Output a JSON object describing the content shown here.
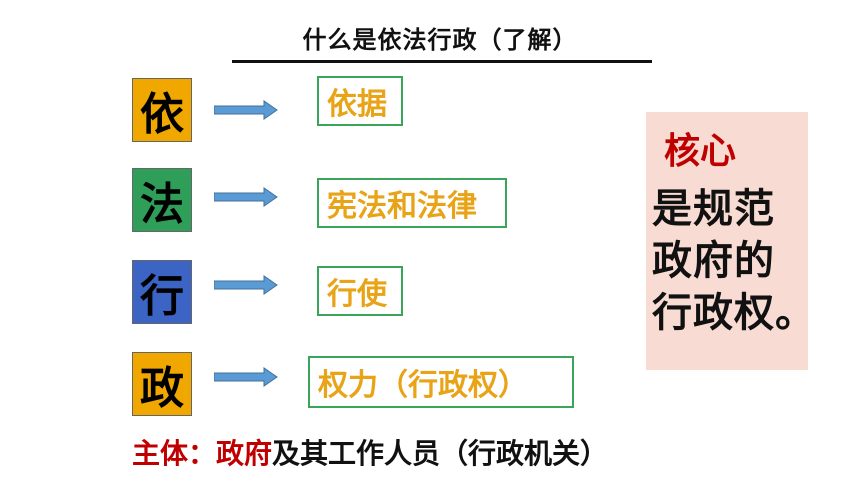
{
  "title": "什么是依法行政（了解）",
  "rows": [
    {
      "char": "依",
      "term": "依据",
      "color": "#f0a800"
    },
    {
      "char": "法",
      "term": "宪法和法律",
      "color": "#2f9e58"
    },
    {
      "char": "行",
      "term": "行使",
      "color": "#3b64c4"
    },
    {
      "char": "政",
      "term": "权力（行政权）",
      "color": "#f0a800"
    }
  ],
  "core": {
    "title": "核心",
    "lines": [
      "是规范",
      "政府的",
      "行政权。"
    ]
  },
  "subject": {
    "label": "主体：",
    "highlight": "政府",
    "rest": "及其工作人员（行政机关）"
  }
}
